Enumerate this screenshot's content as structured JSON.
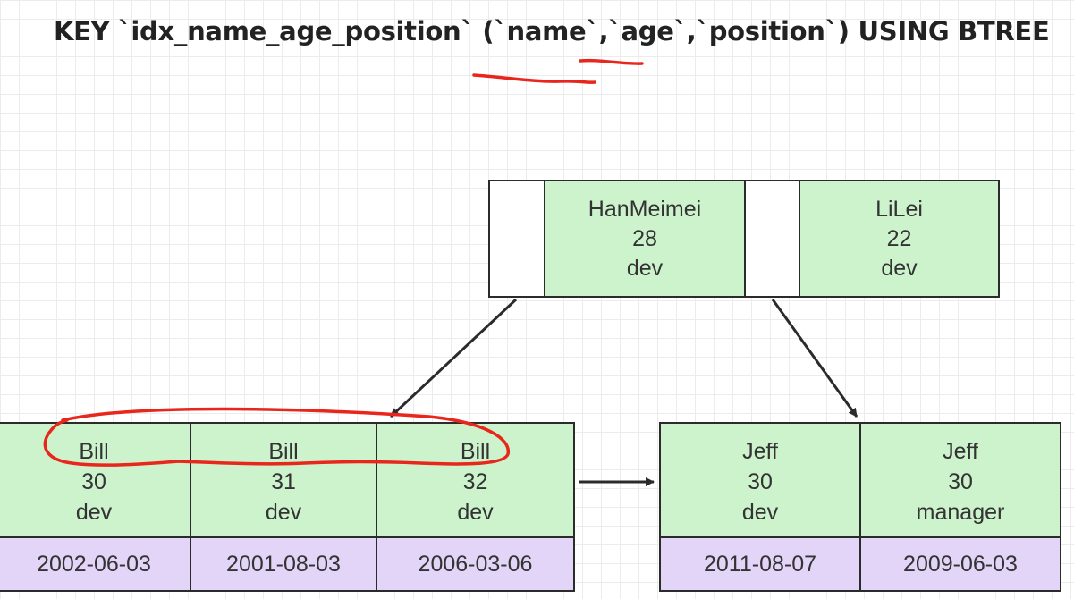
{
  "title": "KEY `idx_name_age_position` (`name`,`age`,`position`) USING BTREE",
  "colors": {
    "key_fill": "#cdf3cd",
    "value_fill": "#e3d5f7",
    "border": "#2b2b2b",
    "annotation": "#e8261c"
  },
  "root": {
    "keys": [
      {
        "name": "HanMeimei",
        "age": "28",
        "position": "dev"
      },
      {
        "name": "LiLei",
        "age": "22",
        "position": "dev"
      }
    ]
  },
  "leaves": [
    {
      "entries": [
        {
          "name": "Bill",
          "age": "30",
          "position": "dev",
          "value": "2002-06-03"
        },
        {
          "name": "Bill",
          "age": "31",
          "position": "dev",
          "value": "2001-08-03"
        },
        {
          "name": "Bill",
          "age": "32",
          "position": "dev",
          "value": "2006-03-06"
        }
      ]
    },
    {
      "entries": [
        {
          "name": "Jeff",
          "age": "30",
          "position": "dev",
          "value": "2011-08-07"
        },
        {
          "name": "Jeff",
          "age": "30",
          "position": "manager",
          "value": "2009-06-03"
        }
      ]
    }
  ]
}
